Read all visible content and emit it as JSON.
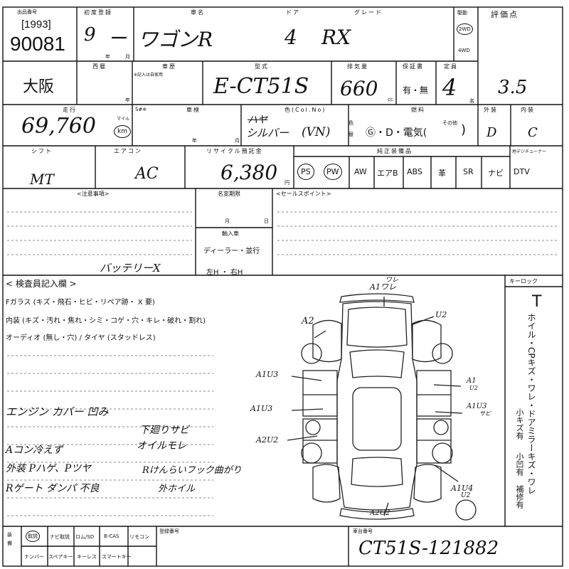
{
  "header": {
    "lot_label": "出品番号",
    "year": "[1993]",
    "lot_number": "90081",
    "first_reg_label": "初度登録",
    "first_reg_year": "9",
    "first_reg_dash": "ー",
    "year_unit": "年",
    "month_unit": "月",
    "car_name_label": "車名",
    "car_name": "ワゴンR",
    "door_label": "ドア",
    "doors": "4",
    "grade_label": "グレード",
    "grade": "RX",
    "drive_label": "駆動",
    "drive_2wd": "2WD",
    "drive_4wd": "4WD",
    "score_label": "評価点",
    "score": "3.5"
  },
  "row2": {
    "location": "大阪",
    "west_label": "西暦",
    "history_label": "車歴",
    "history_note": "※記入は自家用",
    "year_unit": "年",
    "model_label": "型式",
    "model": "E-CT51S",
    "displacement_label": "排気量",
    "displacement": "660",
    "cc_unit": "cc",
    "warranty_label": "保証書",
    "warranty_options": "有・無",
    "capacity_label": "定員",
    "capacity": "4",
    "capacity_unit": "名"
  },
  "row3": {
    "mileage_label": "走行",
    "mileage": "69,760",
    "mileage_unit_top": "マイル",
    "mileage_unit": "km",
    "inspection_label": "車検",
    "s_label": "S#※",
    "year_unit": "年",
    "month_unit": "月",
    "color_label": "色(Col.No)",
    "color_struck": "ハヤ",
    "color": "シルバー",
    "color_code": "(VN)",
    "color_change_label": "色替",
    "fuel_label": "燃料",
    "fuel_options": "Ⓖ・D・電気(",
    "fuel_other": "その他",
    "fuel_close": ")",
    "exterior_label": "外装",
    "exterior": "D",
    "interior_label": "内装",
    "interior": "C"
  },
  "row4": {
    "shift_label": "シフト",
    "shift": "MT",
    "ac_label": "エアコン",
    "ac": "AC",
    "recycle_label": "リサイクル預託金",
    "recycle": "6,380",
    "yen_unit": "円",
    "options_label": "純正装備品",
    "options": [
      "PS",
      "PW",
      "AW",
      "エアB",
      "ABS",
      "革",
      "SR",
      "ナビ",
      "DTV"
    ],
    "options_circled": [
      "PS",
      "PW"
    ],
    "digital_tv_label": "地デジチューナー"
  },
  "notes": {
    "caution_label": "<注意事項>",
    "caution_text": "バッテリーX",
    "name_change_label": "名変期限",
    "month_unit": "月",
    "day_unit": "日",
    "import_label": "輸入車",
    "dealer_label": "ディーラー・並行",
    "handle_label": "左H ・ 右H",
    "sales_point_label": "<セールスポイント>"
  },
  "inspector": {
    "title": "< 検査員記入欄 >",
    "glass": "Fガラス (キズ・飛石・ヒビ・リペア跡・ X 要)",
    "interior": "内装 (キズ・汚れ・焦れ・シミ・コゲ・穴・キレ・破れ・割れ)",
    "audio": "オーディオ (無し・穴) / タイヤ (スタッドレス)",
    "memo_1": "エンジン カバー 凹み",
    "memo_2": "下廻りサビ",
    "memo_3": "オイルモレ",
    "memo_4": "Aコン冷えず",
    "memo_5": "外装 Pハゲ、Pツヤ",
    "memo_6": "Rゲート ダンパ 不良",
    "memo_7": "Rけんらいフック曲がり",
    "memo_8": "外ホイル"
  },
  "diagram": {
    "front": "A1ワレ",
    "front_top": "ワレ",
    "front_left": "A2",
    "right_front": "U2",
    "left_mid1": "A1U3",
    "left_mid2": "A1U3",
    "left_rear": "A2U2",
    "right_mid1": "A1",
    "right_mid1b": "U2",
    "right_mid2": "A1U3",
    "right_mid2b": "サビ",
    "right_rear": "A1U4",
    "right_rear2": "U2",
    "rear": "A2U2"
  },
  "side": {
    "key_label": "キーロック",
    "vertical": "ホイル・CPキズ・ワレ・ドアミラーキズ・ワレ",
    "vertical_2": "小キズ有",
    "vertical_3": "小凹有",
    "vertical_4": "補修有"
  },
  "footer": {
    "equip_label": "装備",
    "equip_row1": [
      "取説",
      "ナビ取説",
      "ロム/SD",
      "B-CAS",
      "リモコン"
    ],
    "equip_row2": [
      "ナンバー",
      "スペアキー",
      "キーレス",
      "スマートキー"
    ],
    "registration_label": "登録番号",
    "chassis_label": "車台番号",
    "chassis": "CT51S-121882"
  }
}
